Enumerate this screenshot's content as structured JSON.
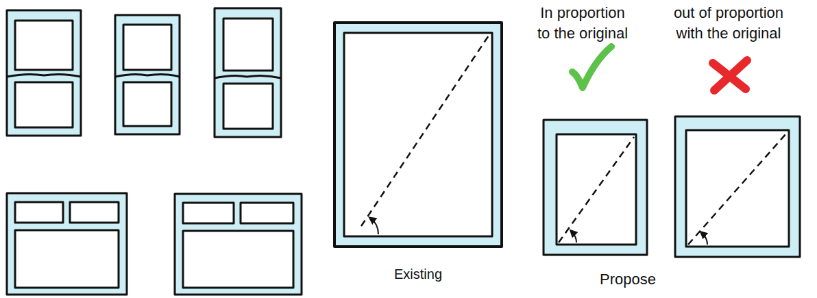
{
  "diagram": {
    "labels": [
      "In proportion to the original",
      "out of proportion with the original",
      "Existing",
      "Propose"
    ]
  }
}
